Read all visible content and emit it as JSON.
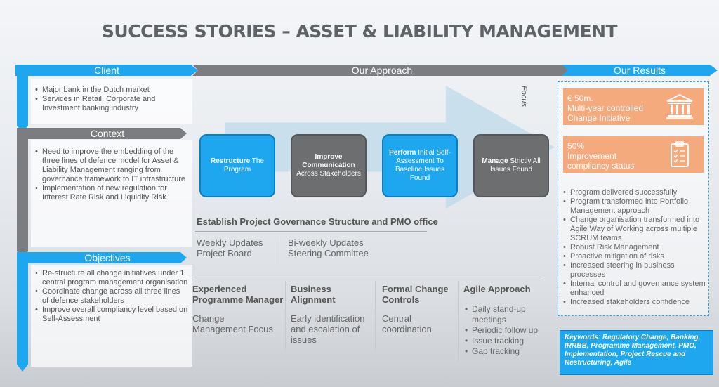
{
  "title": "SUCCESS STORIES – ASSET & LIABILITY MANAGEMENT",
  "headers": {
    "client": "Client",
    "approach": "Our Approach",
    "results": "Our Results",
    "context": "Context",
    "objectives": "Objectives"
  },
  "client_items": [
    "Major bank in the Dutch market",
    "Services in Retail, Corporate and Investment banking industry"
  ],
  "context_items": [
    "Need to improve the embedding of the three lines of defence model for Asset & Liability Management ranging from governance framework to IT infrastructure",
    "Implementation of new regulation for Interest Rate Risk and Liquidity Risk"
  ],
  "objectives_items": [
    "Re-structure all change initiatives under 1 central program management organisation",
    "Coordinate change across all three lines of defence stakeholders",
    "Improve overall compliancy level based on Self-Assessment"
  ],
  "approach": {
    "focus_label": "Focus",
    "steps": [
      {
        "bold": "Restructure",
        "rest": " The Program"
      },
      {
        "bold": "Improve Communication",
        "rest": " Across Stakeholders"
      },
      {
        "bold": "Perform",
        "rest": " Initial Self-Assessment To Baseline Issues Found"
      },
      {
        "bold": "Manage",
        "rest": " Strictly All Issues Found"
      }
    ],
    "governance_title": "Establish Project Governance Structure and PMO office",
    "governance_items": [
      {
        "line1": "Weekly Updates",
        "line2": "Project Board"
      },
      {
        "line1": "Bi-weekly Updates",
        "line2": "Steering Committee"
      }
    ],
    "pillars": [
      {
        "title1": "Experienced",
        "title2": "Programme Manager",
        "body": [
          "Change",
          "Management Focus"
        ]
      },
      {
        "title1": "Business",
        "title2": "Alignment",
        "body": [
          "Early identification",
          "and escalation of",
          "issues"
        ]
      },
      {
        "title1": "Formal Change",
        "title2": "Controls",
        "body": [
          "Central",
          "coordination"
        ]
      },
      {
        "title1": "Agile Approach",
        "title2": "",
        "body": []
      }
    ],
    "agile_items": [
      "Daily stand-up meetings",
      "Periodic follow up",
      "Issue tracking",
      "Gap tracking"
    ]
  },
  "results": {
    "box1": {
      "line1": "€ 50m.",
      "line2": "Multi-year controlled",
      "line3": "Change Initiative"
    },
    "box2": {
      "line1": "50%",
      "line2": "Improvement",
      "line3": "compliancy status"
    },
    "icons": [
      "bank-building-icon",
      "checklist-clipboard-icon"
    ],
    "items": [
      "Program delivered successfully",
      "Program transformed into Portfolio Management approach",
      "Change organisation transformed into Agile Way of Working across multiple SCRUM teams",
      "Robust Risk Management",
      "Proactive mitigation of risks",
      "Increased steering in business processes",
      "Internal control and governance system enhanced",
      "Increased stakeholders confidence"
    ],
    "keywords": "Keywords:  Regulatory Change, Banking, IRRBB, Programme Management, PMO, Implementation, Project Rescue and Restructuring, Agile"
  },
  "colors": {
    "blue": "#1ea7ee",
    "grey": "#7b7d80",
    "orange": "#f5aa7e"
  }
}
